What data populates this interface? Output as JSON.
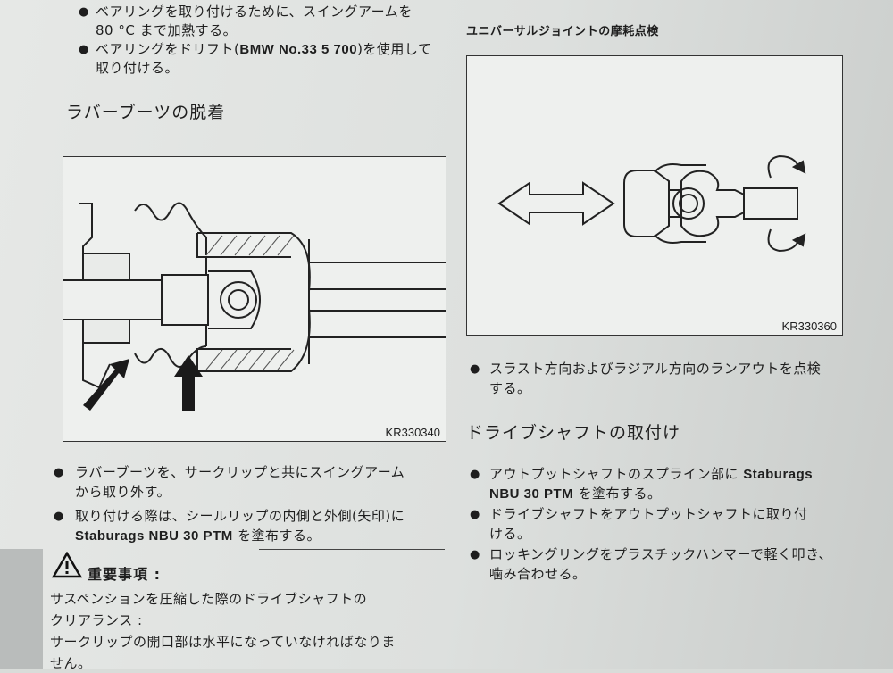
{
  "left_column": {
    "top_bullets": [
      {
        "line1": "ベアリングを取り付けるために、スイングアームを",
        "line2": "80 °C まで加熱する。"
      },
      {
        "line1_pre": "ベアリングをドリフト(",
        "line1_bold": "BMW No.33 5 700",
        "line1_post": ")を使用して",
        "line2": "取り付ける。"
      }
    ],
    "section_title": "ラバーブーツの脱着",
    "figure_code": "KR330340",
    "bullets": [
      {
        "line1": "ラバーブーツを、サークリップと共にスイングアーム",
        "line2": "から取り外す。"
      },
      {
        "line1": "取り付ける際は、シールリップの内側と外側(矢印)に",
        "line2_bold": "Staburags NBU 30 PTM",
        "line2_post": " を塗布する。"
      }
    ],
    "warning": {
      "title": "重要事項 :",
      "lines": [
        "サスペンションを圧縮した際のドライブシャフトの",
        "クリアランス :",
        "サークリップの開口部は水平になっていなければなりま",
        "せん。"
      ]
    }
  },
  "right_column": {
    "figure_title": "ユニバーサルジョイントの摩耗点検",
    "figure_code": "KR330360",
    "bullet": {
      "line1": "スラスト方向およびラジアル方向のランアウトを点検",
      "line2": "する。"
    },
    "section_title": "ドライブシャフトの取付け",
    "bullets": [
      {
        "line1_pre": "アウトプットシャフトのスプライン部に ",
        "line1_bold": "Staburags",
        "line2_bold": "NBU 30 PTM",
        "line2_post": " を塗布する。"
      },
      {
        "line1": "ドライブシャフトをアウトプットシャフトに取り付",
        "line2": "ける。"
      },
      {
        "line1": "ロッキングリングをプラスチックハンマーで軽く叩き、",
        "line2": "噛み合わせる。"
      }
    ]
  }
}
